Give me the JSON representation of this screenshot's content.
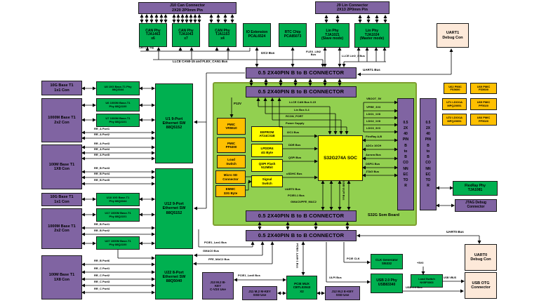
{
  "colors": {
    "purple": "#8064A2",
    "green": "#00B050",
    "board_green": "#92D050",
    "yellow": "#FFFF00",
    "orange": "#FFC000",
    "beige": "#FDE9D9"
  },
  "b2b": {
    "horizontal": "0.5 2X40PIN B to B CONNECTOR",
    "vertical": "0.5\n2X\n40\nPIN\nB\nto\nB\nCO\nNN\nEC\nTO\nR"
  },
  "can": {
    "connector": "J10 Can Connector\n2X20 2P0mm Pin",
    "phy_tja1463": "CAN Phy\nTJA1463\nx6",
    "phy_tja1043": "CAN Phy\nTJA1043\nx7",
    "phy_tja1153": "CAN Phy\nTJA1153\nx4",
    "io_extension": "IO Extension\nPCAL6524",
    "rtc": "RTC Chip\nPCA85073",
    "ctl_sig": "Can CTL Sig",
    "llce_bus": "LLCE CAN0-15 and FLEX_CAN1 Bus",
    "i2c2_bus": "I2C2 Bus"
  },
  "lin": {
    "connector": "J9 Lin Connector\n2X13 2P0mm Pin",
    "phy_slave": "Lin Phy\nTJA1021\n(Slave mode)",
    "phy_master": "Lin Phy\nTJA1024\n(Master mode)",
    "flex_lin2": "FLEX_LIN2\nBus",
    "llce_lin": "LLCE Lin0_3 Bus",
    "uart1_bus": "UART1 Bus",
    "uart1_con": "UART1\nDebug Con"
  },
  "left": {
    "con_10g": "10G Base T1\n1x1 Con",
    "con_1000m": "1000M Base T1\n2x2 Con",
    "con_100m": "100M Base T1\n1X8 Con",
    "phys": [
      "U8 10G Base-T1 Phy\n88Q3344",
      "U6 1000M Base-T1\nPhy 88Q2220",
      "U7 1000M Base-T1\nPhy 88Q2221",
      "U18 10G Base-T1\nPhy 88Q3344",
      "U17 1000M Base-T1\nPhy 88Q2221",
      "U27 1000M Base-T1\nPhy 88Q2220"
    ],
    "ports": [
      "RR_A Port1",
      "RR_A Port2",
      "RR_A Port3",
      "RR_A Port4",
      "RR_A Port5",
      "RR_B Port3",
      "RR_B Port4",
      "RR_B Port5",
      "RR_B Port1",
      "RR_B Port2",
      "RR_B Port6",
      "RR_C Port1",
      "RR_C Port2",
      "RR_C Port3",
      "RR_C Port4"
    ]
  },
  "switches": {
    "u1": "U1 9-Port\nEthernet SW\n88Q5152",
    "u12": "U12 9-Port\nEthernet SW\n88Q5152",
    "u22": "U22 8-Port\nEthernet SW\n88Q5040"
  },
  "som": {
    "board": "S32G Som Board",
    "p12v": "P12V",
    "llce_can": "LLCE CAN Bus 0-15",
    "lin_bus": "Lin Bus 0-4",
    "rcon": "RCON_PORT",
    "power": "Power Supply",
    "pmic_vr5510": "PMIC\nVR5510",
    "pmic_pf5300": "PMIC\nPF5300",
    "load_switch": "Load\nSwitch",
    "micro_sd": "Micro SD\nConnector",
    "emmc": "EMMC\n32G Byte",
    "eeprom": "EEPROM\nAT24C01B",
    "lpddr4": "LPDDR4\n4G Byte",
    "qspi_flash": "QSPI Flash\n512Mbit",
    "signal_switch": "Signal\nSwitch",
    "soc": "S32G274A SOC",
    "i2c1": "I2C1 Bus",
    "ddr": "DDR Bus",
    "qspi_bus": "QSPI Bus",
    "usdhc": "uSDHC Bus",
    "uart0": "UART0 Bus",
    "pcie01": "PCIE0-1 Bus",
    "gmac_pfe": "GMAC0/PFE_MAC2",
    "usb_ulpi": "USB ULPI Bus",
    "rails": [
      "VBOOT_5V",
      "VPRE_3V3",
      "LDO1_1V8",
      "LDO2_1V8",
      "LDO3_3V3"
    ],
    "soc_buses": [
      "FlexRay A,B",
      "ADCx 10CH",
      "Aurora Bus",
      "DSPI1 Bus",
      "JTAG Bus"
    ]
  },
  "right": {
    "pmics": [
      "U62 PMIC\nFS5600",
      "U69 PMIC\nFS5600",
      "U71 LDO/1A\nMPQ20051",
      "U65 PMIC\nPF5020",
      "U72 LDO/1A\nMPQ20051",
      "U66 PMIC\nPF5020"
    ],
    "flexray": "FlexRay Phy\nTJA1081",
    "jtag": "JTAG Debug\nConnector",
    "uart0_bus": "UART0 Bus",
    "uart0_con": "UART0\nDebug Con",
    "p5v": "+5V0",
    "load_switch": "Load Switch\nNX5P3363",
    "usb_vbus": "USB VBUS",
    "usb2_bus": "USB 2.0 Bus",
    "usb_otg": "USB OTG\nConnector"
  },
  "bottom": {
    "pcie0_lan": "PCIE0_Lan0-1 Bus",
    "pcie_clk": "PCIE CLK",
    "clk_gen": "CLK Generator\nSI5332",
    "ulpi": "ULPI Bus",
    "usb_phy": "USB 2.0 Phy\nUSB83340",
    "pcie_mux": "PCIE MUX\nCBTL02043\nX2",
    "j11": "J11 M.2 M-KEY\nSSD Use",
    "j12": "J12 M.2 E-KEY\nSSD Use",
    "j13": "J13 M.2 B-\nKEY\nC-V2X Use",
    "pcie1_lan0": "PCIE1_Lan0 Bus",
    "pcie1_lan1": "PCIE1_Lan1 Bus",
    "gmac0": "GMAC0 Bus",
    "pfe_mac2": "PFE_MAC2 Bus"
  }
}
